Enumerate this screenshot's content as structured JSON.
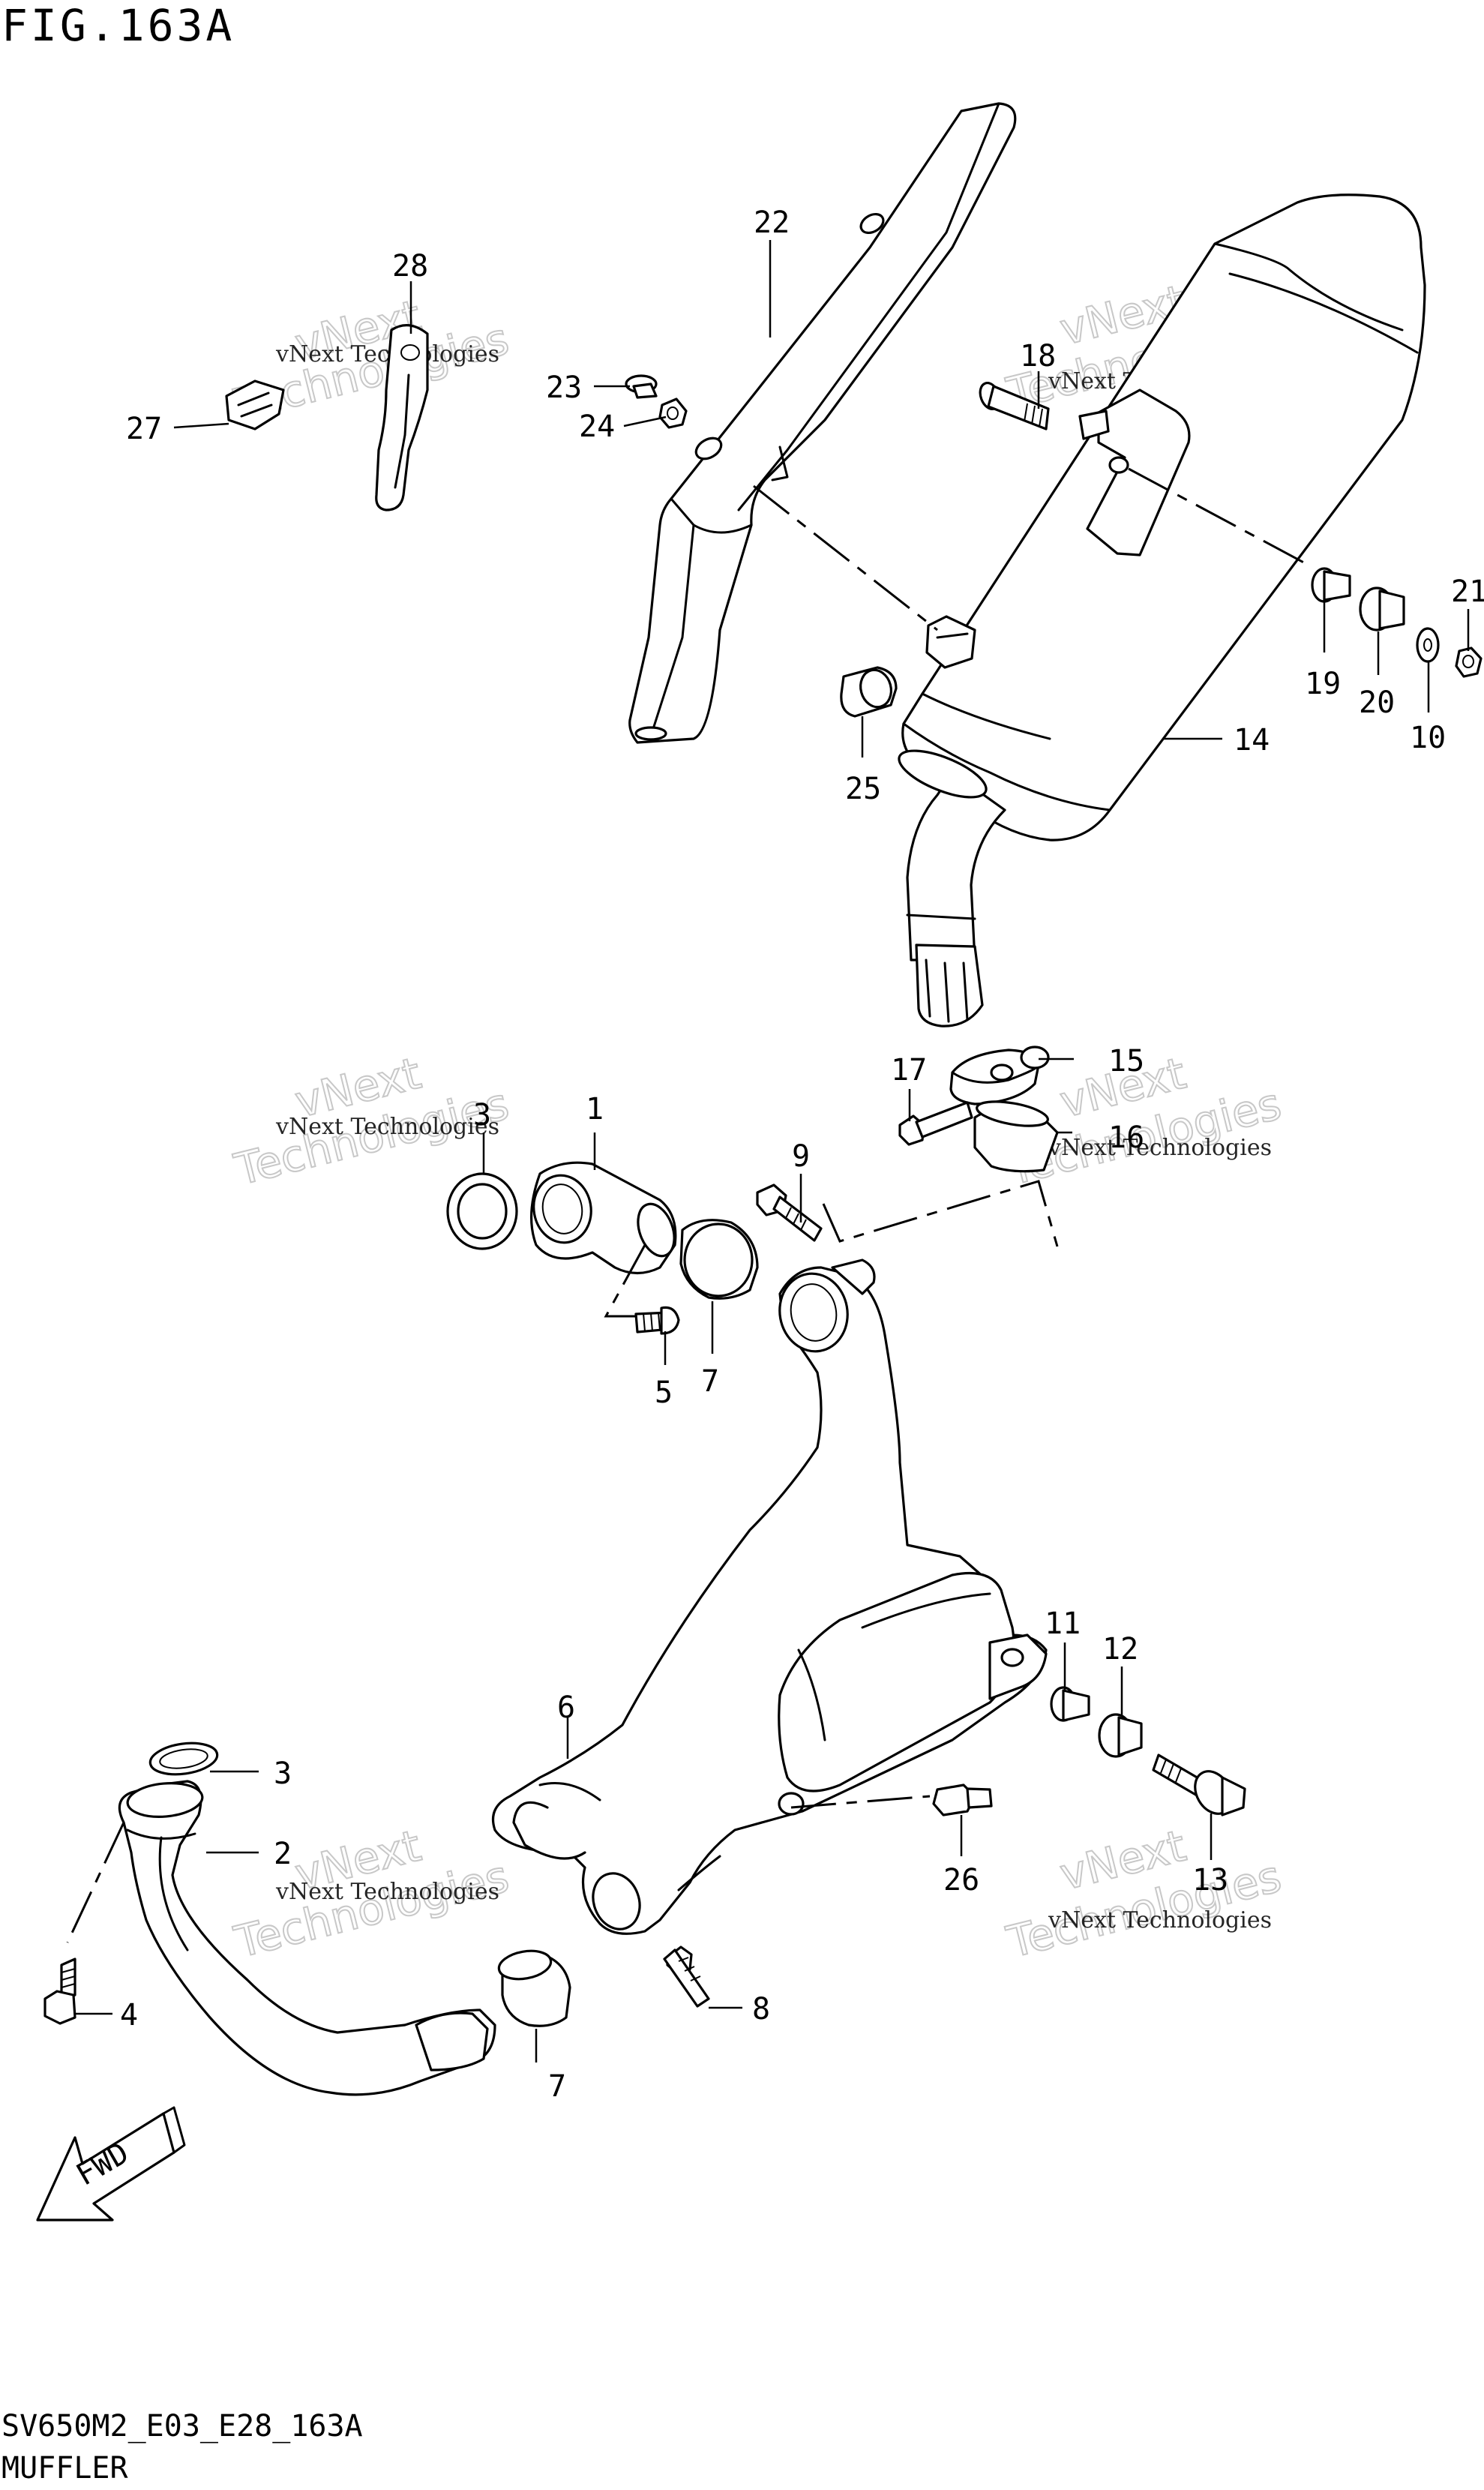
{
  "figure": {
    "title": "FIG.163A",
    "code": "SV650M2_E03_E28_163A",
    "name": "MUFFLER"
  },
  "watermark": {
    "small": "vNext Technologies",
    "big_top": "vNext",
    "big_bottom": "Technologies"
  },
  "callouts": {
    "p1": "1",
    "p2": "2",
    "p3a": "3",
    "p3b": "3",
    "p4": "4",
    "p5": "5",
    "p6": "6",
    "p7a": "7",
    "p7b": "7",
    "p8": "8",
    "p9": "9",
    "p10": "10",
    "p11": "11",
    "p12": "12",
    "p13": "13",
    "p14": "14",
    "p15": "15",
    "p16": "16",
    "p17a": "17",
    "p17b": "17",
    "p18": "18",
    "p19": "19",
    "p20": "20",
    "p21": "21",
    "p22": "22",
    "p23": "23",
    "p24": "24",
    "p25": "25",
    "p26": "26",
    "p27": "27",
    "p28": "28"
  },
  "fwd_arrow": {
    "label": "FWD"
  }
}
